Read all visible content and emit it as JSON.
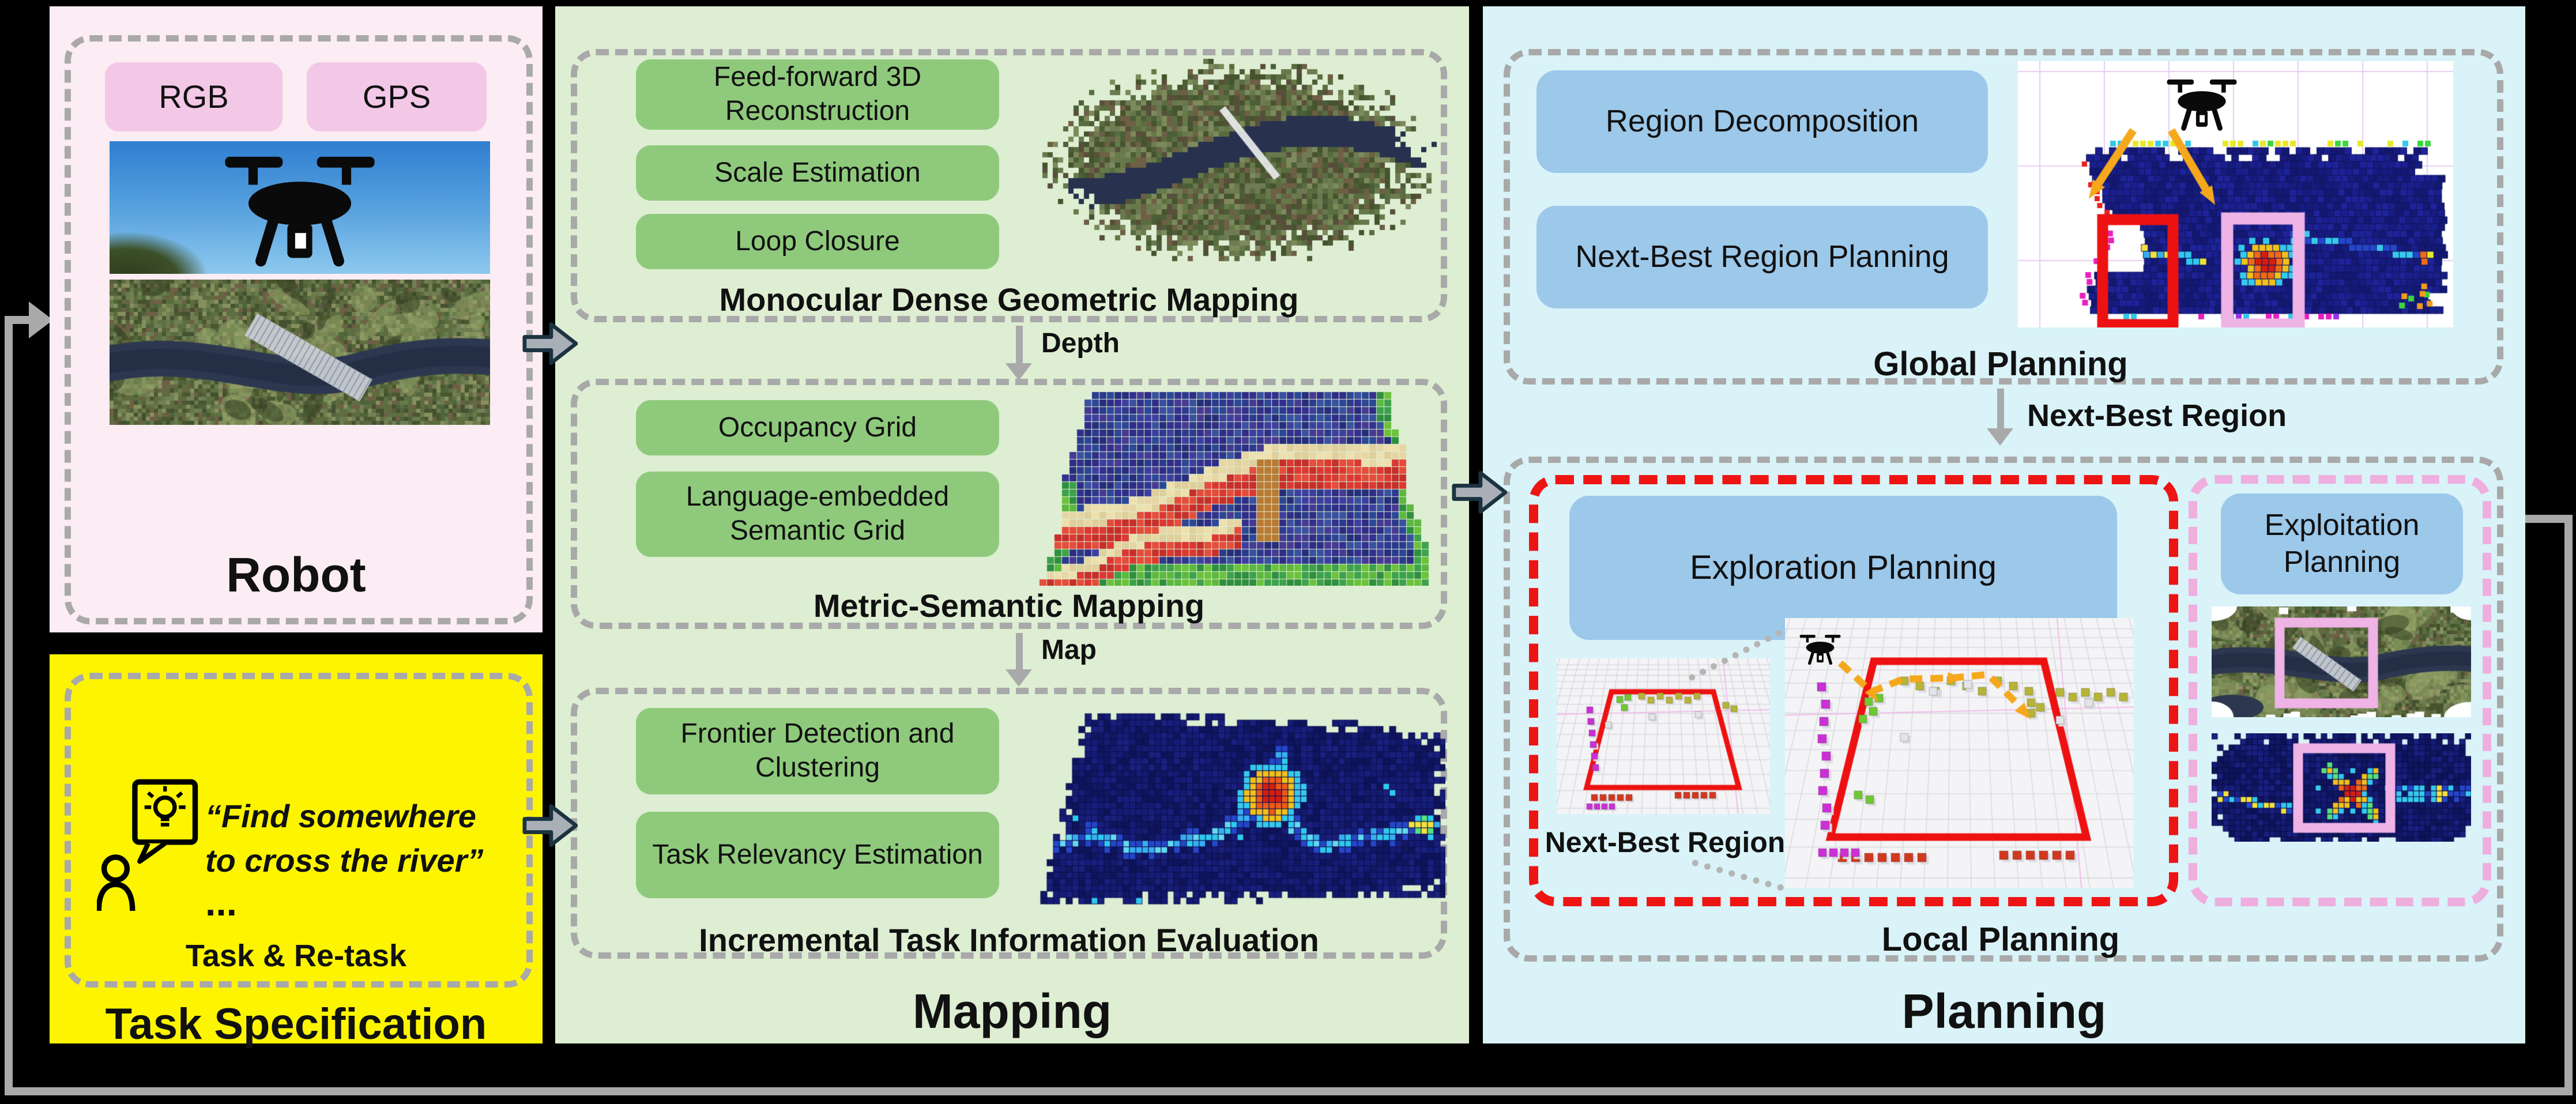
{
  "robot": {
    "title": "Robot",
    "sensor_rgb": "RGB",
    "sensor_gps": "GPS"
  },
  "task": {
    "title": "Task Specification",
    "quote_line1": "“Find somewhere",
    "quote_line2": "to cross the river”",
    "quote_ellipsis": "...",
    "sublabel": "Task & Re-task"
  },
  "mapping": {
    "title": "Mapping",
    "geo": {
      "label": "Monocular Dense Geometric Mapping",
      "step1": "Feed-forward 3D Reconstruction",
      "step2": "Scale Estimation",
      "step3": "Loop Closure"
    },
    "depth_arrow": "Depth",
    "sem": {
      "label": "Metric-Semantic Mapping",
      "step1": "Occupancy Grid",
      "step2": "Language-embedded Semantic Grid"
    },
    "map_arrow": "Map",
    "taskinfo": {
      "label": "Incremental Task Information Evaluation",
      "step1": "Frontier Detection and Clustering",
      "step2": "Task Relevancy Estimation"
    }
  },
  "planning": {
    "title": "Planning",
    "global": {
      "label": "Global Planning",
      "step1": "Region Decomposition",
      "step2": "Next-Best Region Planning"
    },
    "next_best_region": "Next-Best Region",
    "local": {
      "label": "Local Planning",
      "exploration_button": "Exploration Planning",
      "nbr_caption": "Next-Best Region",
      "exploitation_button": "Exploitation Planning"
    }
  },
  "icons": {
    "drone": "quadcopter-silhouette",
    "user_prompt": "person-with-lightbulb-speech-bubble",
    "flow_arrow": "right-arrow",
    "down_arrow": "down-arrow"
  },
  "colors": {
    "background": "#000000",
    "robot_panel": "#fcecf3",
    "sensor_chip": "#f3c7e6",
    "task_panel": "#fdf500",
    "mapping_panel": "#ddeed2",
    "mapping_chip": "#8fca7c",
    "planning_panel": "#d9f3f8",
    "planning_chip": "#9cc8ea",
    "dashed_border": "#a9a9a9",
    "exploration_border": "#ee1414",
    "exploitation_border": "#eeaede",
    "path_arrow": "#f5a81c"
  }
}
